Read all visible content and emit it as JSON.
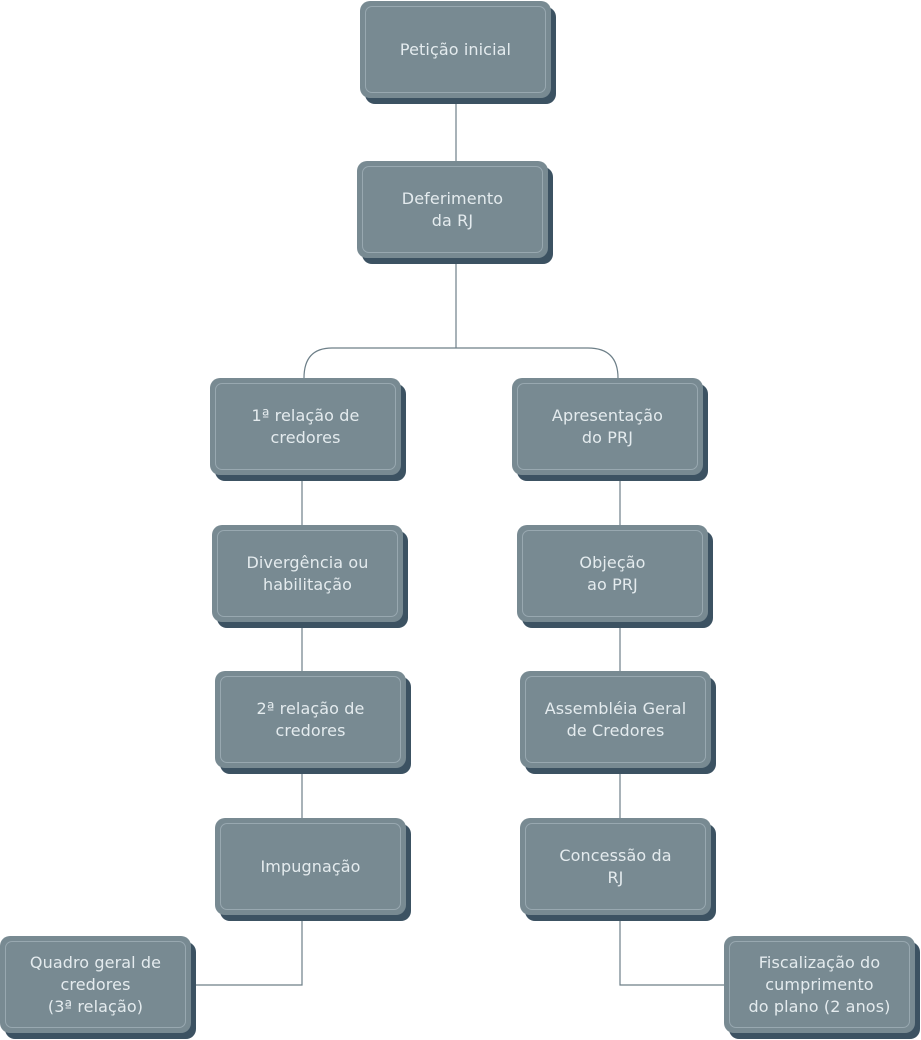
{
  "nodes": {
    "peticao": "Petição inicial",
    "deferimento": "Deferimento\nda RJ",
    "rel1": "1ª relação de\ncredores",
    "apresentacao": "Apresentação\ndo PRJ",
    "divergencia": "Divergência ou\nhabilitação",
    "objecao": "Objeção\nao PRJ",
    "rel2": "2ª relação de\ncredores",
    "assembleia": "Assembléia Geral\nde Credores",
    "impugnacao": "Impugnação",
    "concessao": "Concessão da\nRJ",
    "quadro": "Quadro geral de\ncredores\n(3ª relação)",
    "fiscalizacao": "Fiscalização do\ncumprimento\ndo plano (2 anos)"
  },
  "colors": {
    "node_fill": "#788a92",
    "node_shadow": "#3c5262",
    "node_text": "#e4ebee",
    "connector": "#6d7f88"
  }
}
